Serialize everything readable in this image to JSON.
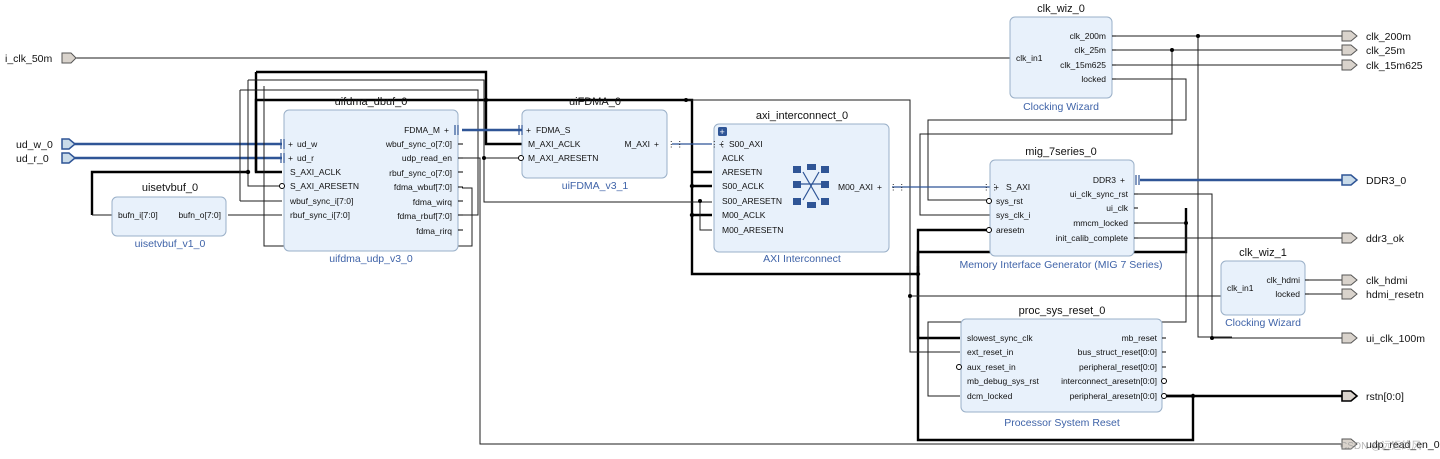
{
  "ports": {
    "i_clk_50m": "i_clk_50m",
    "ud_w_0": "ud_w_0",
    "ud_r_0": "ud_r_0",
    "clk_200m": "clk_200m",
    "clk_25m": "clk_25m",
    "clk_15m625": "clk_15m625",
    "ddr3_0": "DDR3_0",
    "ddr3_ok": "ddr3_ok",
    "clk_hdmi": "clk_hdmi",
    "hdmi_resetn": "hdmi_resetn",
    "ui_clk_100m": "ui_clk_100m",
    "rstn": "rstn[0:0]",
    "udp_read_en_0": "udp_read_en_0"
  },
  "blocks": {
    "clk_wiz_0": {
      "name": "clk_wiz_0",
      "ip": "Clocking Wizard",
      "in": [
        "clk_in1"
      ],
      "out": [
        "clk_200m",
        "clk_25m",
        "clk_15m625",
        "locked"
      ]
    },
    "uifdma_dbuf": {
      "name": "uifdma_dbuf_0",
      "ip": "uifdma_udp_v3_0",
      "in": [
        "ud_w",
        "ud_r",
        "S_AXI_ACLK",
        "S_AXI_ARESETN",
        "wbuf_sync_i[7:0]",
        "rbuf_sync_i[7:0]"
      ],
      "out": [
        "FDMA_M",
        "wbuf_sync_o[7:0]",
        "udp_read_en",
        "rbuf_sync_o[7:0]",
        "fdma_wbuf[7:0]",
        "fdma_wirq",
        "fdma_rbuf[7:0]",
        "fdma_rirq"
      ]
    },
    "uifdma": {
      "name": "uiFDMA_0",
      "ip": "uiFDMA_v3_1",
      "in": [
        "FDMA_S",
        "M_AXI_ACLK",
        "M_AXI_ARESETN"
      ],
      "out": [
        "M_AXI"
      ]
    },
    "axi_ic": {
      "name": "axi_interconnect_0",
      "ip": "AXI Interconnect",
      "in": [
        "S00_AXI",
        "ACLK",
        "ARESETN",
        "S00_ACLK",
        "S00_ARESETN",
        "M00_ACLK",
        "M00_ARESETN"
      ],
      "out": [
        "M00_AXI"
      ]
    },
    "uisetvbuf": {
      "name": "uisetvbuf_0",
      "ip": "uisetvbuf_v1_0",
      "in": [
        "bufn_i[7:0]"
      ],
      "out": [
        "bufn_o[7:0]"
      ]
    },
    "mig": {
      "name": "mig_7series_0",
      "ip": "Memory Interface Generator (MIG 7 Series)",
      "in": [
        "S_AXI",
        "sys_rst",
        "sys_clk_i",
        "aresetn"
      ],
      "out": [
        "DDR3",
        "ui_clk_sync_rst",
        "ui_clk",
        "mmcm_locked",
        "init_calib_complete"
      ]
    },
    "clk_wiz_1": {
      "name": "clk_wiz_1",
      "ip": "Clocking Wizard",
      "in": [
        "clk_in1"
      ],
      "out": [
        "clk_hdmi",
        "locked"
      ]
    },
    "proc_sys_reset": {
      "name": "proc_sys_reset_0",
      "ip": "Processor System Reset",
      "in": [
        "slowest_sync_clk",
        "ext_reset_in",
        "aux_reset_in",
        "mb_debug_sys_rst",
        "dcm_locked"
      ],
      "out": [
        "mb_reset",
        "bus_struct_reset[0:0]",
        "peripheral_reset[0:0]",
        "interconnect_aresetn[0:0]",
        "peripheral_aresetn[0:0]"
      ]
    }
  },
  "watermark": "CSDN @远远的风"
}
